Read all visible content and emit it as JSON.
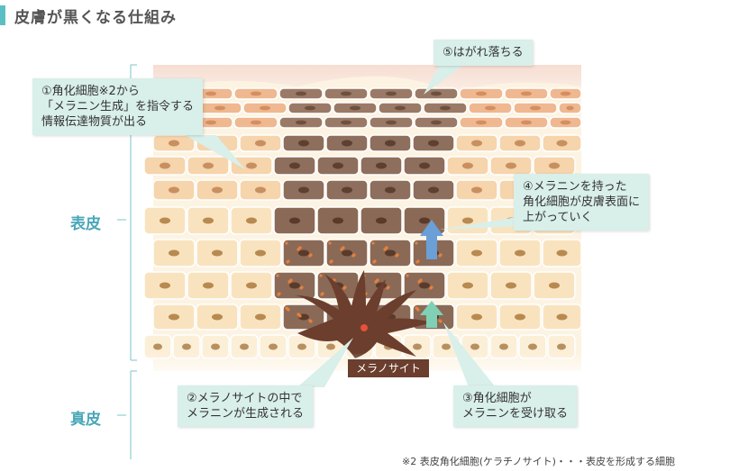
{
  "title": "皮膚が黒くなる仕組み",
  "layers": {
    "epidermis": "表皮",
    "dermis": "真皮"
  },
  "melanocyte_label": "メラノサイト",
  "callouts": {
    "c1": [
      "①角化細胞※2から",
      "「メラニン生成」を指令する",
      "情報伝達物質が出る"
    ],
    "c2": [
      "②メラノサイトの中で",
      "メラニンが生成される"
    ],
    "c3": [
      "③角化細胞が",
      "メラニンを受け取る"
    ],
    "c4": [
      "④メラニンを持った",
      "角化細胞が皮膚表面に",
      "上がっていく"
    ],
    "c5": [
      "⑤はがれ落ちる"
    ]
  },
  "footnote": "※2 表皮角化細胞(ケラチノサイト)・・・表皮を形成する細胞",
  "colors": {
    "accent": "#5bbfc4",
    "callout_bg": "#d9efe9",
    "pale_cell": "#f9e6c4",
    "dark_cell": "#8a6a56",
    "melanocyte": "#6b3e2e",
    "arrow_blue": "#6a9fd8",
    "arrow_green": "#7fd0b4"
  }
}
